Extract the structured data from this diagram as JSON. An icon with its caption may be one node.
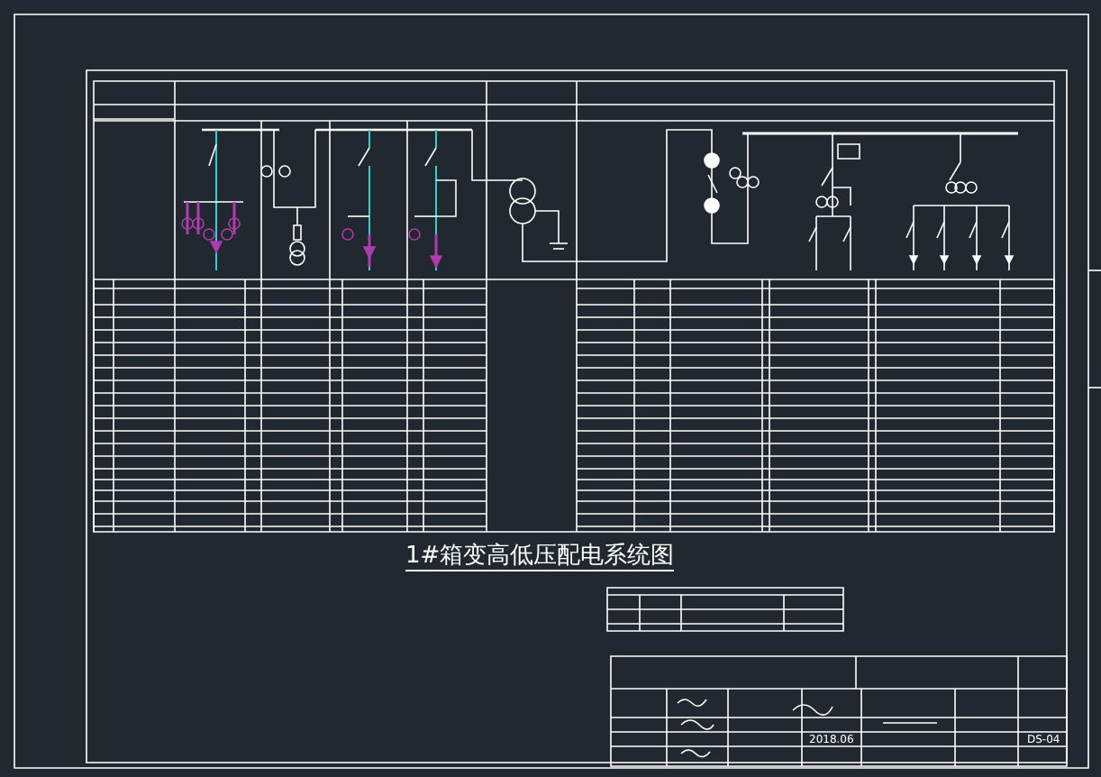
{
  "diagram": {
    "title": "1#箱变高低压配电系统图",
    "labels": [
      "2018.06",
      "DS-04"
    ]
  }
}
